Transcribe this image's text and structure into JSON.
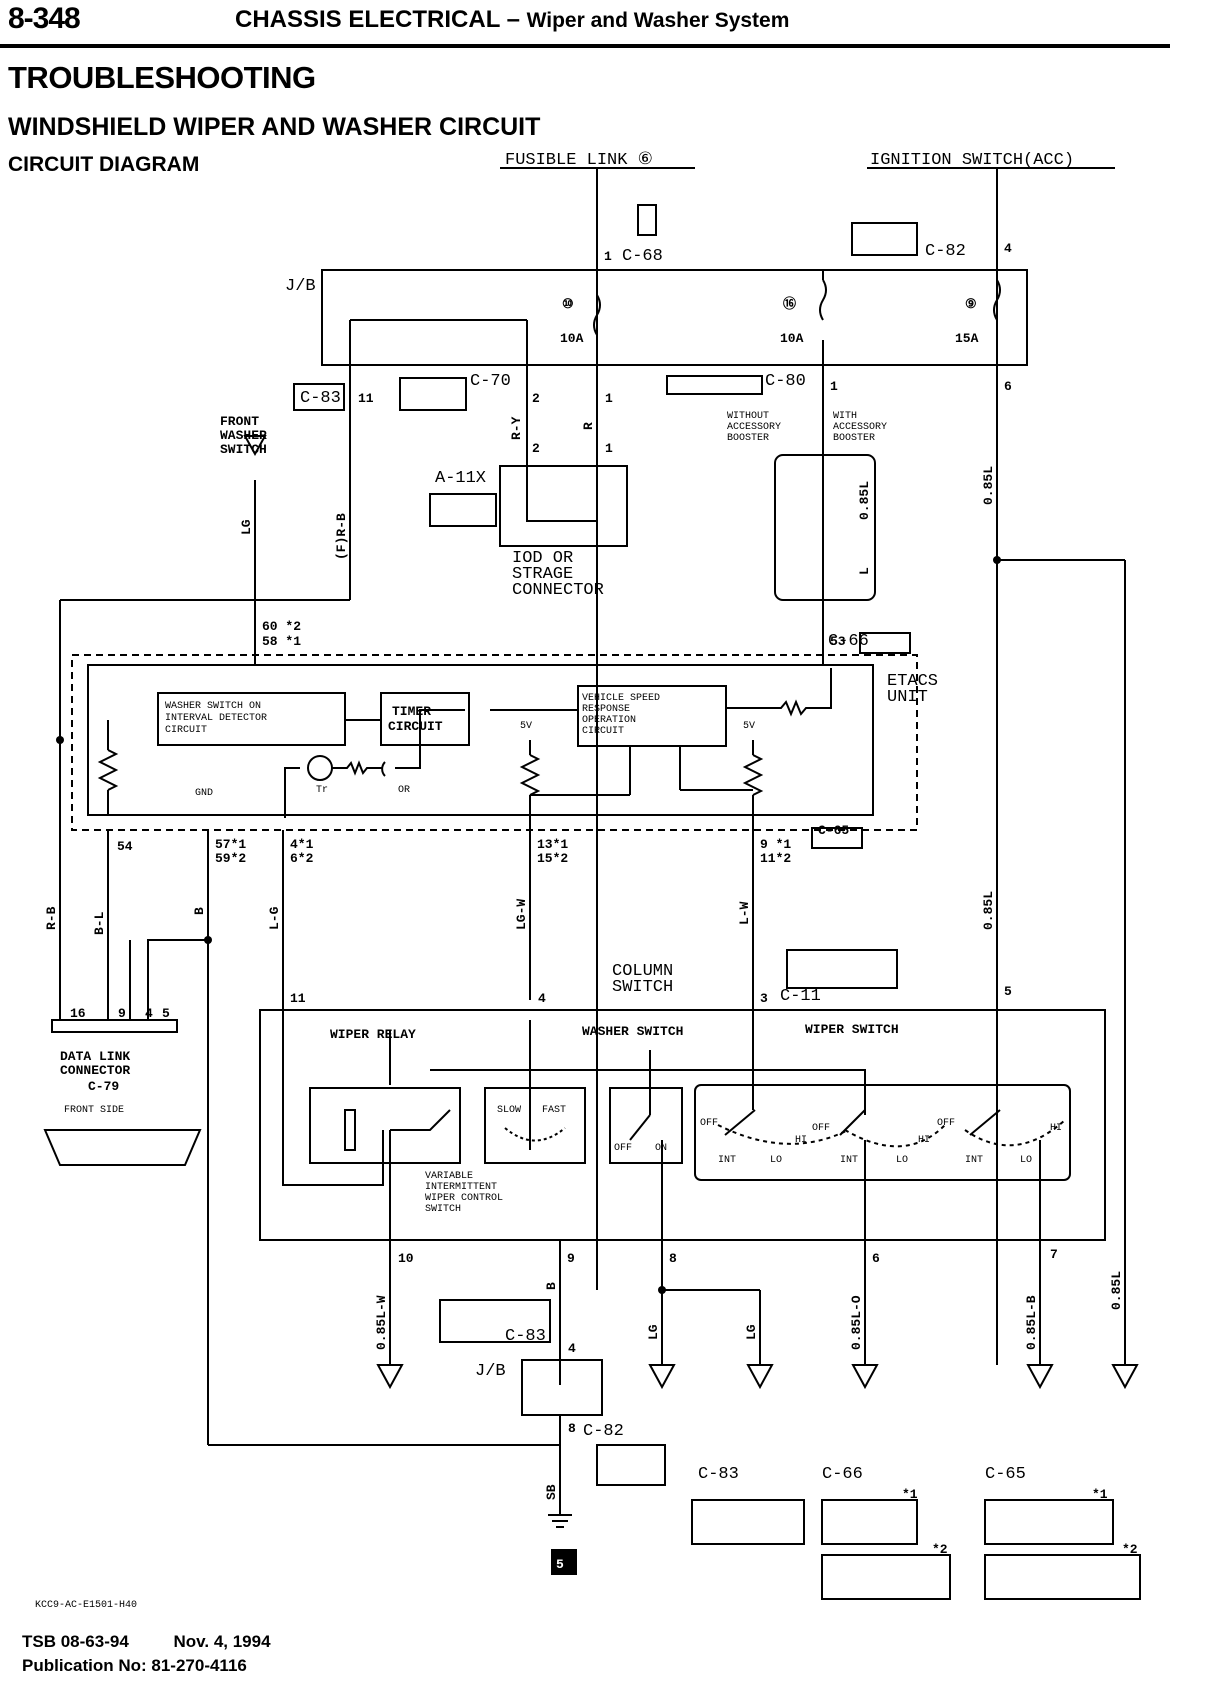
{
  "header": {
    "page_number": "8-348",
    "chapter": "CHASSIS ELECTRICAL",
    "separator": "–",
    "subtitle": "Wiper and Washer System"
  },
  "titles": {
    "main": "TROUBLESHOOTING",
    "section": "WINDSHIELD WIPER AND WASHER CIRCUIT",
    "sub": "CIRCUIT DIAGRAM"
  },
  "top_sources": {
    "fusible_link": "FUSIBLE LINK ⑥",
    "ignition_switch": "IGNITION SWITCH(ACC)"
  },
  "labels": {
    "jb": "J/B",
    "jb_lower": "J/B",
    "c68": "C-68",
    "c82": "C-82",
    "c82_lower": "C-82",
    "c83": "C-83",
    "c83_lower": "C-83",
    "c70": "C-70",
    "c80": "C-80",
    "a11x": "A-11X",
    "c66": "C-66",
    "c65": "C-65",
    "c11": "C-11",
    "c79": "C-79",
    "fuse_10": "⑩",
    "fuse_16": "⑯",
    "fuse_9": "⑨",
    "amp_10a_left": "10A",
    "amp_10a_right": "10A",
    "amp_15a": "15A",
    "front_washer_switch": [
      "FRONT",
      "WASHER",
      "SWITCH"
    ],
    "iod_connector": [
      "IOD OR",
      "STRAGE",
      "CONNECTOR"
    ],
    "without_booster": [
      "WITHOUT",
      "ACCESSORY",
      "BOOSTER"
    ],
    "with_booster": [
      "WITH",
      "ACCESSORY",
      "BOOSTER"
    ],
    "etacs_unit": [
      "ETACS",
      "UNIT"
    ],
    "washer_detector": [
      "WASHER SWITCH ON",
      "INTERVAL DETECTOR",
      "CIRCUIT"
    ],
    "timer_circuit": [
      "TIMER",
      "CIRCUIT"
    ],
    "vehicle_speed": [
      "VEHICLE SPEED",
      "RESPONSE",
      "OPERATION",
      "CIRCUIT"
    ],
    "five_v": "5V",
    "gnd": "GND",
    "tr": "Tr",
    "or": "OR",
    "column_switch": [
      "COLUMN",
      "SWITCH"
    ],
    "wiper_relay": "WIPER RELAY",
    "washer_switch": "WASHER SWITCH",
    "wiper_switch": "WIPER SWITCH",
    "slow": "SLOW",
    "fast": "FAST",
    "off": "OFF",
    "on": "ON",
    "int": "INT",
    "lo": "LO",
    "hi": "HI",
    "variable_control": [
      "VARIABLE",
      "INTERMITTENT",
      "WIPER CONTROL",
      "SWITCH"
    ],
    "data_link": [
      "DATA LINK",
      "CONNECTOR",
      "C-79",
      "FRONT SIDE"
    ],
    "ground_number": "5",
    "note1": "*1",
    "note2": "*2",
    "code_ref": "KCC9-AC-E1501-H40"
  },
  "wires": {
    "ry": "R-Y",
    "r": "R",
    "l": "L",
    "l085": "0.85L",
    "lg": "LG",
    "fr_b": "(F)R-B",
    "r_b": "R-B",
    "b_l": "B-L",
    "b": "B",
    "l_g": "L-G",
    "lg_w": "LG-W",
    "l_w": "L-W",
    "w085_lw": "0.85L-W",
    "w085_lo": "0.85L-O",
    "w085_lb": "0.85L-B",
    "sb": "SB"
  },
  "pins": {
    "p1": "1",
    "p2": "2",
    "p3": "3",
    "p4": "4",
    "p5": "5",
    "p6": "6",
    "p7": "7",
    "p8": "8",
    "p9": "9",
    "p10": "10",
    "p11": "11",
    "p16": "16",
    "p53": "53",
    "p54": "54",
    "p60_58": [
      "60 *2",
      "58 *1"
    ],
    "p57_59": [
      "57*1",
      "59*2"
    ],
    "p4_6": [
      "4*1",
      "6*2"
    ],
    "p13_15": [
      "13*1",
      "15*2"
    ],
    "p9_11": [
      "9 *1",
      "11*2"
    ]
  },
  "footer": {
    "tsb_label": "TSB 08-63-94",
    "date": "Nov. 4, 1994",
    "publication": "Publication No:  81-270-4116"
  }
}
